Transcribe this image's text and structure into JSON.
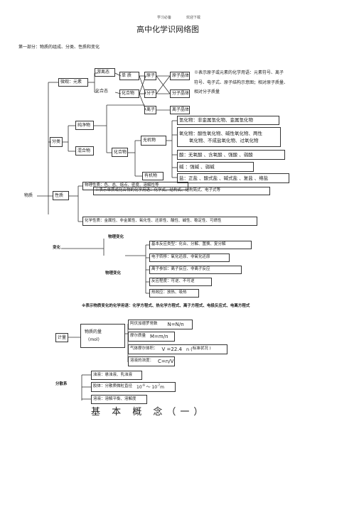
{
  "header": {
    "left": "学习必备",
    "right": "欢迎下载"
  },
  "title": "高中化学识网络图",
  "part1": "第一部分：物质的组成、分类、性质和变化",
  "composition": {
    "element": "微观：元素",
    "free": "游离态",
    "combined": "化合态",
    "elem_substance": "单  质",
    "compound": "化合物",
    "atom": "原子",
    "molecule": "分子",
    "ion": "离子",
    "atomic_crystal": "原子晶体",
    "molecular_crystal": "分子晶体",
    "ionic_crystal": "离子晶体",
    "note1": "※表示原子或元素的化学用语：元素符号、离子",
    "note2": "符号、电子式、原子结构示意图；相对原子质量、",
    "note3": "相对分子质量"
  },
  "classification": {
    "label": "分类",
    "pure": "纯净物",
    "mixture": "混合物",
    "compound": "化合物",
    "inorganic": "无机物",
    "organic": "有机物",
    "hydride": "氢化物：非金属氢化物、金属氢化物",
    "oxide1": "氧化物：酸性氧化物、碱性氧化物、两性",
    "oxide2": "氧化物、不成盐氧化物、过氧化物",
    "acid": "酸：无氧酸  、含氧酸  、强酸  、弱酸",
    "base": "碱  ：强碱  、弱碱",
    "salt": "盐：正盐   、酸式盐   、碱式盐   、复盐   、络盐",
    "note": "※表示单质或化合物的化学用语：化学式、结构式、结构简式、电子式等"
  },
  "matter": "物质",
  "properties": {
    "label": "性质",
    "physical": "物理性质：色、态、熔点、密度、溶解性等",
    "chemical": "化学性质：金属性、非金属性、氧化性、还原性、酸性、碱性、稳定性、可燃性"
  },
  "change": {
    "physical": "物理变化",
    "label": "变化",
    "chemical": "物理变化",
    "basic": "基本反应类型：化合、分解、置换、复分解",
    "electron": "电子转移：氧化还原、非氧化还原",
    "ion": "离子参加：离子反应、非离子反应",
    "degree": "反应程度：可逆、不可逆",
    "heat": "热效应：放热、吸热",
    "note": "※表示物质变化的化学用语：化学方程式、热化学方程式、离子方程式、电极反应式、电离方程式"
  },
  "calc": {
    "label": "计量",
    "amount": "物质的量",
    "unit": "(mol)",
    "particles": "阿伏加德罗常数",
    "particles_f": "N=N/n",
    "molar_mass": "摩尔质量",
    "molar_mass_f": "M=m/n",
    "volume": "气体摩尔体积：",
    "volume_f": "V =22.4",
    "volume_n": "n (",
    "volume_c": "标准状况 )",
    "conc": "溶液的浓度：",
    "conc_f": "C=n/V"
  },
  "dispersion": {
    "label": "分散系",
    "turbid": "浊液：悬浊液、乳浊液",
    "colloid": "胶体：分散质微粒直径",
    "colloid_f": "10",
    "colloid_e1": "-9",
    "colloid_sep": " ～ 10",
    "colloid_e2": "-7",
    "colloid_u": "m",
    "solution": "溶液：溶解平衡、溶解度"
  },
  "footer": "基 本 概 念（一）"
}
